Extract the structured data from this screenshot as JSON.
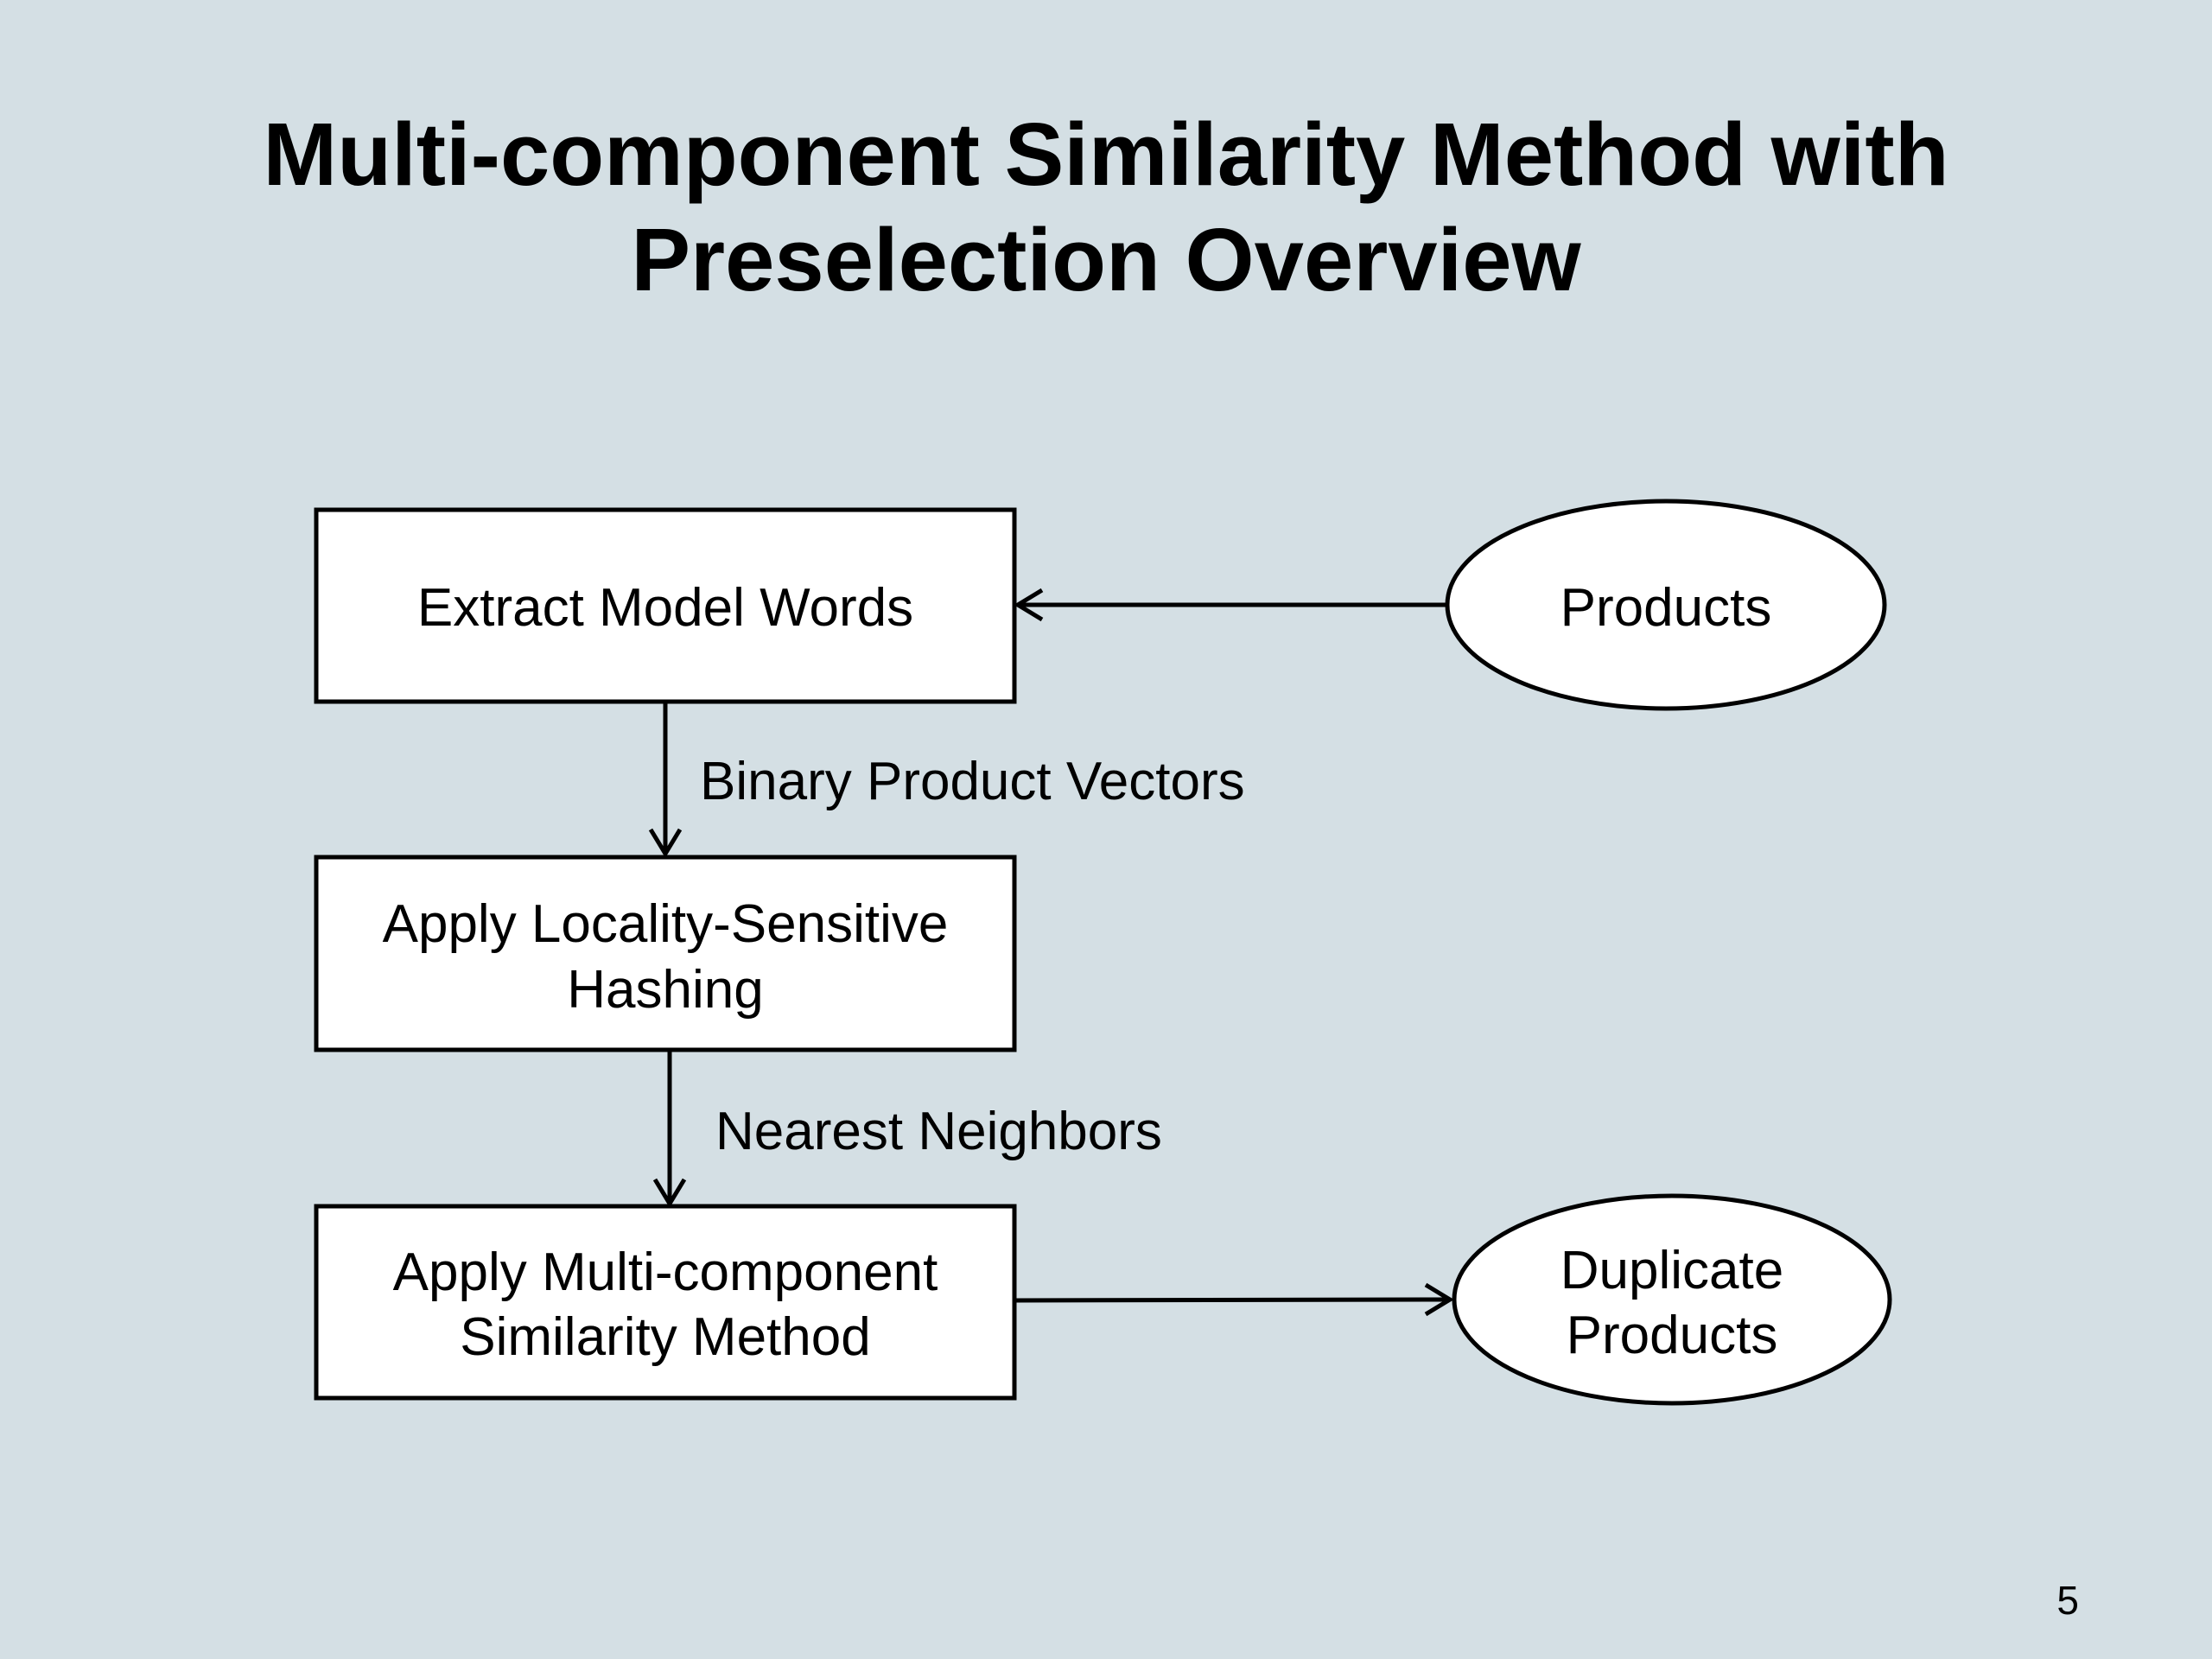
{
  "slide": {
    "title_line1": "Multi-component Similarity Method with",
    "title_line2": "Preselection Overview",
    "page_number": "5"
  },
  "diagram": {
    "nodes": {
      "extract": {
        "label": "Extract Model Words"
      },
      "lsh": {
        "line1": "Apply Locality-Sensitive",
        "line2": "Hashing"
      },
      "msm": {
        "line1": "Apply Multi-component",
        "line2": "Similarity Method"
      },
      "products": {
        "label": "Products"
      },
      "duplicates": {
        "line1": "Duplicate",
        "line2": "Products"
      }
    },
    "edges": {
      "products_to_extract": {
        "label": ""
      },
      "extract_to_lsh": {
        "label": "Binary Product Vectors"
      },
      "lsh_to_msm": {
        "label": "Nearest Neighbors"
      },
      "msm_to_duplicates": {
        "label": ""
      }
    }
  },
  "colors": {
    "background": "#d4dfe4",
    "box_fill": "#ffffff",
    "stroke": "#000000"
  }
}
